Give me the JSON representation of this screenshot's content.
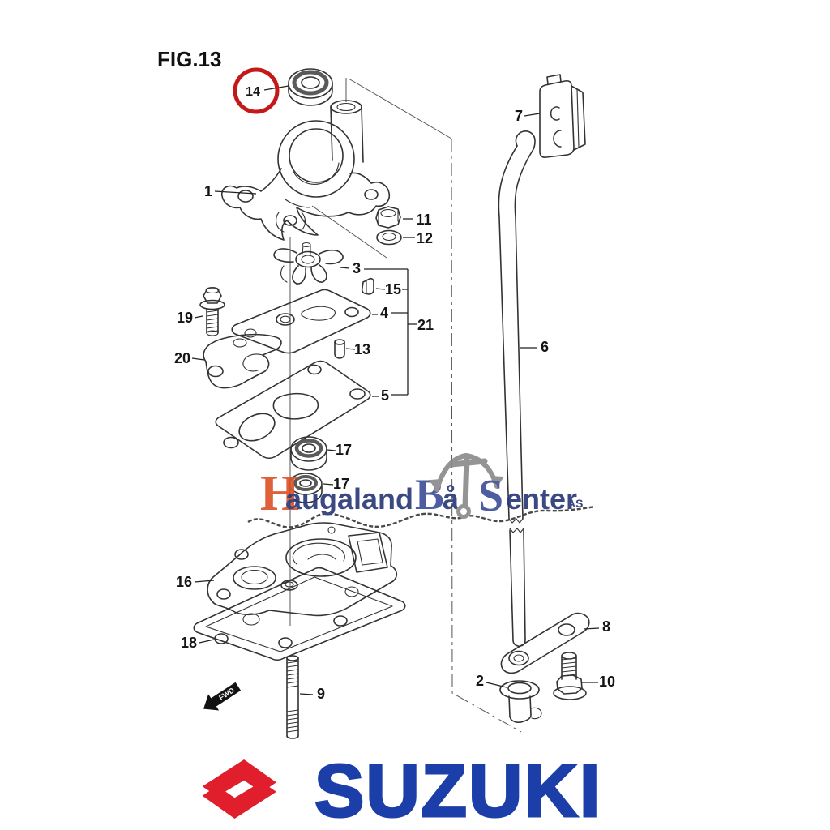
{
  "figure": {
    "title": "FIG.13"
  },
  "highlight": {
    "circled_part": "14",
    "circle_color": "#c41919"
  },
  "callouts": {
    "p1": "1",
    "p2": "2",
    "p3": "3",
    "p4": "4",
    "p5": "5",
    "p6": "6",
    "p7": "7",
    "p8": "8",
    "p9": "9",
    "p10": "10",
    "p11": "11",
    "p12": "12",
    "p13": "13",
    "p14": "14",
    "p15": "15",
    "p16": "16",
    "p17a": "17",
    "p17b": "17",
    "p18": "18",
    "p19": "19",
    "p20": "20",
    "p21": "21"
  },
  "direction_label": "FWD",
  "watermark": {
    "h": "H",
    "augaland": "augaland",
    "b": "B",
    "aa": "å",
    "s": "S",
    "enter": "enter",
    "suffix": "AS",
    "accent_color": "#dd5429",
    "text_color": "#2b3a78",
    "ornate_color": "#3f5098",
    "anchor_color": "#8b8b8b"
  },
  "brand": {
    "name": "SUZUKI",
    "text_color": "#1c3ea8",
    "mark_color": "#e01e2c"
  }
}
